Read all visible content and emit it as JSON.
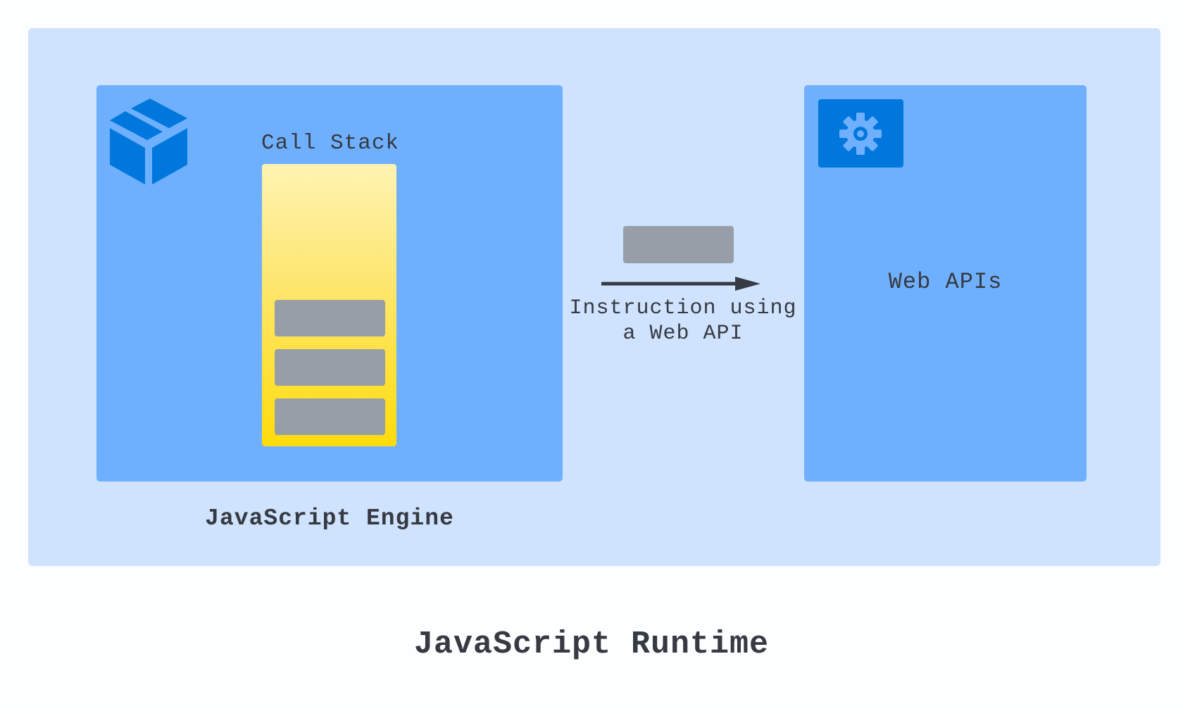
{
  "runtime": {
    "title": "JavaScript Runtime",
    "color": "#cfe3fe"
  },
  "engine": {
    "label": "JavaScript Engine",
    "icon": "cube-icon",
    "color": "#6fb0fe",
    "call_stack": {
      "label": "Call Stack",
      "frame_count": 3,
      "frame_color": "#989ea8"
    }
  },
  "instruction": {
    "label_line1": "Instruction using",
    "label_line2": "a Web API"
  },
  "web_apis": {
    "label": "Web APIs",
    "icon": "gear-icon",
    "icon_tile_color": "#0077dc"
  },
  "colors": {
    "text": "#363a42",
    "arrow": "#363a42",
    "icon_blue": "#0077dc",
    "stack_gradient_top": "#fff3b2",
    "stack_gradient_bottom": "#ffdc0a"
  }
}
